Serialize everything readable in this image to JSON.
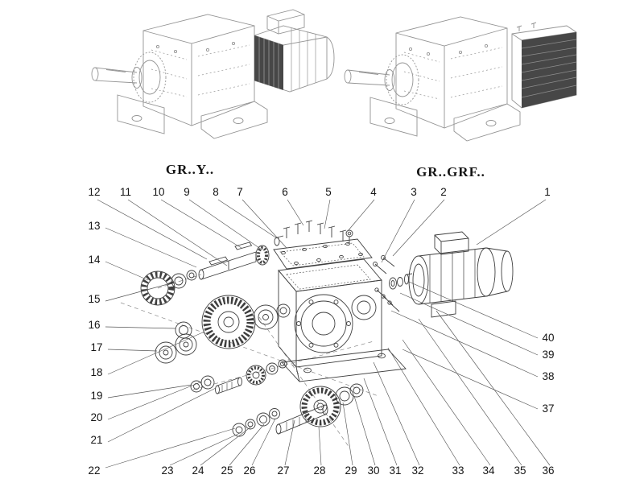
{
  "figures": {
    "left_caption": "GR..Y..",
    "right_caption": "GR..GRF.."
  },
  "callouts": {
    "top": [
      "12",
      "11",
      "10",
      "9",
      "8",
      "7",
      "6",
      "5",
      "4",
      "3",
      "2",
      "1"
    ],
    "left": [
      "13",
      "14",
      "15",
      "16",
      "17",
      "18",
      "19",
      "20",
      "21",
      "22"
    ],
    "bottom": [
      "23",
      "24",
      "25",
      "26",
      "27",
      "28",
      "29",
      "30",
      "31",
      "32",
      "33",
      "34",
      "35",
      "36"
    ],
    "right": [
      "40",
      "39",
      "38",
      "37"
    ]
  },
  "colors": {
    "background": "#ffffff",
    "line_light": "#949494",
    "line_dark": "#3f3f3f",
    "leader": "#555555",
    "fill_dark": "#474747",
    "text": "#151515"
  }
}
